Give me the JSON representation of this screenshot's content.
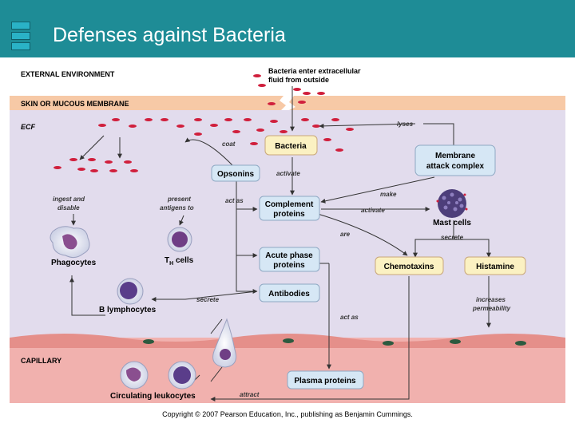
{
  "slide": {
    "title": "Defenses against Bacteria"
  },
  "regions": {
    "external": "EXTERNAL ENVIRONMENT",
    "skin": "SKIN OR MUCOUS MEMBRANE",
    "ecf": "ECF",
    "capillary": "CAPILLARY"
  },
  "notes": {
    "bacteria_enter_1": "Bacteria enter extracellular",
    "bacteria_enter_2": "fluid from outside"
  },
  "boxes": {
    "bacteria": "Bacteria",
    "opsonins": "Opsonins",
    "mac_1": "Membrane",
    "mac_2": "attack complex",
    "complement_1": "Complement",
    "complement_2": "proteins",
    "acute_1": "Acute phase",
    "acute_2": "proteins",
    "antibodies": "Antibodies",
    "chemotaxins": "Chemotaxins",
    "histamine": "Histamine",
    "plasma": "Plasma proteins"
  },
  "cells": {
    "mast": "Mast cells",
    "phagocytes": "Phagocytes",
    "th_t": "T",
    "th_sub": "H",
    "th_rest": " cells",
    "b_lymph": "B lymphocytes",
    "circulating": "Circulating leukocytes"
  },
  "edge_labels": {
    "coat": "coat",
    "lyses": "lyses",
    "activate_1": "activate",
    "activate_2": "activate",
    "act_as_1": "act as",
    "act_as_2": "act as",
    "make": "make",
    "are": "are",
    "secrete_1": "secrete",
    "secrete_2": "secrete",
    "ingest_1": "ingest and",
    "ingest_2": "disable",
    "present_1": "present",
    "present_2": "antigens to",
    "increases_1": "increases",
    "increases_2": "permeability",
    "attract": "attract"
  },
  "footer": {
    "copyright": "Copyright © 2007 Pearson Education, Inc., publishing as Benjamin Cummings."
  },
  "colors": {
    "header": "#1e8c96",
    "ecf": "#e2dced",
    "skin": "#f7c9a6",
    "capillary": "#f1b1ae",
    "bacteria": "#d01f3c",
    "box_yellow": "#fbf1c2",
    "box_blue": "#d6e7f5"
  }
}
